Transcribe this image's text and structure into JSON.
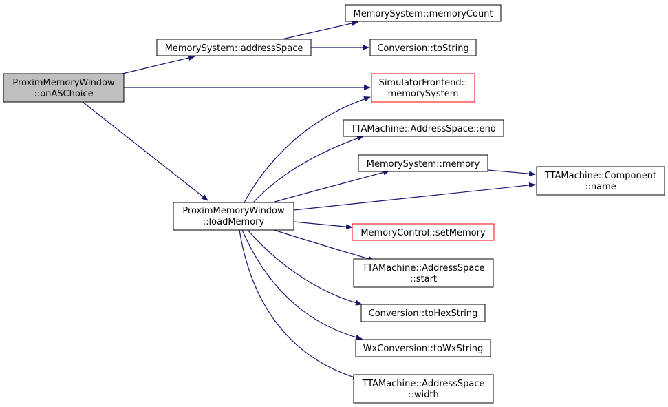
{
  "colors": {
    "edge": "#191970",
    "node_border": "#000000",
    "node_border_external": "#ff0000",
    "node_fill": "#ffffff",
    "node_fill_focus": "#bfbfbf"
  },
  "nodes": [
    {
      "id": "onASChoice",
      "lines": [
        "ProximMemoryWindow",
        "::onASChoice"
      ],
      "style": "focus"
    },
    {
      "id": "addressSpace",
      "lines": [
        "MemorySystem::addressSpace"
      ],
      "style": "normal"
    },
    {
      "id": "memoryCount",
      "lines": [
        "MemorySystem::memoryCount"
      ],
      "style": "normal"
    },
    {
      "id": "toString",
      "lines": [
        "Conversion::toString"
      ],
      "style": "normal"
    },
    {
      "id": "memorySystem",
      "lines": [
        "SimulatorFrontend::",
        "memorySystem"
      ],
      "style": "external"
    },
    {
      "id": "end",
      "lines": [
        "TTAMachine::AddressSpace::end"
      ],
      "style": "normal"
    },
    {
      "id": "memory",
      "lines": [
        "MemorySystem::memory"
      ],
      "style": "normal"
    },
    {
      "id": "name",
      "lines": [
        "TTAMachine::Component",
        "::name"
      ],
      "style": "normal"
    },
    {
      "id": "loadMemory",
      "lines": [
        "ProximMemoryWindow",
        "::loadMemory"
      ],
      "style": "normal"
    },
    {
      "id": "setMemory",
      "lines": [
        "MemoryControl::setMemory"
      ],
      "style": "external"
    },
    {
      "id": "start",
      "lines": [
        "TTAMachine::AddressSpace",
        "::start"
      ],
      "style": "normal"
    },
    {
      "id": "toHexString",
      "lines": [
        "Conversion::toHexString"
      ],
      "style": "normal"
    },
    {
      "id": "toWxString",
      "lines": [
        "WxConversion::toWxString"
      ],
      "style": "normal"
    },
    {
      "id": "width",
      "lines": [
        "TTAMachine::AddressSpace",
        "::width"
      ],
      "style": "normal"
    }
  ],
  "edges": [
    {
      "from": "onASChoice",
      "to": "addressSpace"
    },
    {
      "from": "onASChoice",
      "to": "memorySystem"
    },
    {
      "from": "onASChoice",
      "to": "loadMemory"
    },
    {
      "from": "addressSpace",
      "to": "memoryCount"
    },
    {
      "from": "addressSpace",
      "to": "toString"
    },
    {
      "from": "memory",
      "to": "name"
    },
    {
      "from": "loadMemory",
      "to": "memorySystem"
    },
    {
      "from": "loadMemory",
      "to": "end"
    },
    {
      "from": "loadMemory",
      "to": "memory"
    },
    {
      "from": "loadMemory",
      "to": "name"
    },
    {
      "from": "loadMemory",
      "to": "setMemory"
    },
    {
      "from": "loadMemory",
      "to": "start"
    },
    {
      "from": "loadMemory",
      "to": "toHexString"
    },
    {
      "from": "loadMemory",
      "to": "toWxString"
    },
    {
      "from": "loadMemory",
      "to": "width"
    }
  ]
}
